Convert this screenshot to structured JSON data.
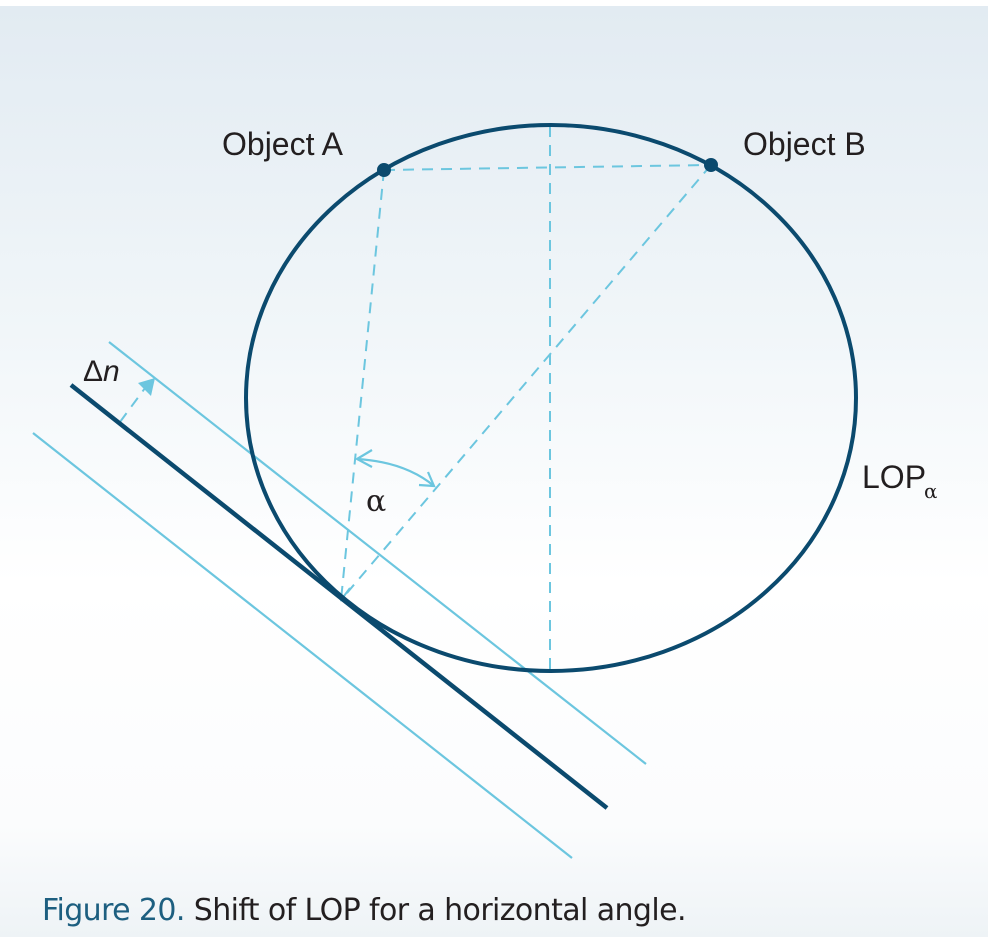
{
  "figure": {
    "number_label": "Figure 20.",
    "caption": " Shift of LOP for a horizontal angle.",
    "labels": {
      "object_a": "Object A",
      "object_b": "Object B",
      "lop": "LOP",
      "lop_subscript": "α",
      "delta": "Δ",
      "delta_var": "n",
      "angle": "α"
    },
    "colors": {
      "dark_line": "#0b4a6e",
      "light_line": "#6cc6df",
      "dashed_line": "#6cc6df",
      "caption_number": "#1d5f80",
      "text": "#231f20"
    }
  }
}
